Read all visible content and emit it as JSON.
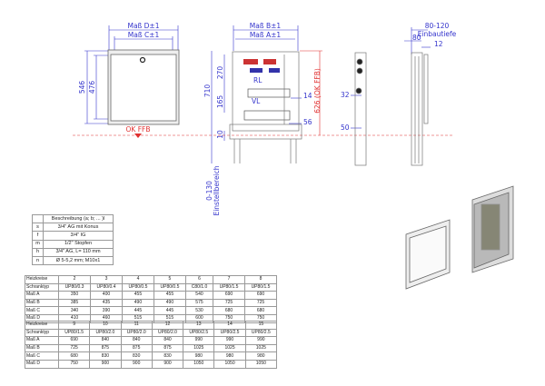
{
  "front_view": {
    "dim_d": "Maß D±1",
    "dim_c": "Maß C±1",
    "h_outer": "546",
    "h_inner": "476",
    "ok_ffb": "OK FFB"
  },
  "open_view": {
    "dim_b": "Maß B±1",
    "dim_a": "Maß A±1",
    "h_total": "710",
    "h_270": "270",
    "h_165": "165",
    "h_10": "10",
    "w_14": "14",
    "w_56": "56",
    "h_626": "626 (OK FFB)",
    "adjust": "0-130",
    "adjust_label": "Einstellbereich",
    "rl": "RL",
    "vl": "VL"
  },
  "side_view": {
    "d_32": "32",
    "d_50": "50"
  },
  "depth_view": {
    "depth": "80-120",
    "depth_label": "Einbautiefe",
    "d_80": "80",
    "d_12": "12"
  },
  "legend": {
    "header": "Beschreibung (a; b; ... )l",
    "rows": [
      [
        "s",
        "3/4\" AG mit Konus"
      ],
      [
        "f",
        "3/4\" IG"
      ],
      [
        "m",
        "1/2\" Stopfen"
      ],
      [
        "h",
        "3/4\" AG, L= 110 mm"
      ],
      [
        "n",
        "Ø 5-5,2 mm; M10x1"
      ]
    ]
  },
  "table1": {
    "rows": [
      [
        "Heizkreise",
        "2",
        "3",
        "4",
        "5",
        "6",
        "7",
        "8"
      ],
      [
        "Schranktyp",
        "UP80/0.3",
        "UP80/0.4",
        "UP80/0.5",
        "UP80/0.5",
        "C80/1.0",
        "UP80/1.5",
        "UP80/1.5"
      ],
      [
        "Maß A",
        "350",
        "400",
        "455",
        "455",
        "540",
        "690",
        "690"
      ],
      [
        "Maß B",
        "385",
        "435",
        "490",
        "490",
        "575",
        "725",
        "725"
      ],
      [
        "Maß C",
        "340",
        "390",
        "445",
        "445",
        "530",
        "680",
        "680"
      ],
      [
        "Maß D",
        "410",
        "460",
        "515",
        "515",
        "600",
        "750",
        "750"
      ]
    ]
  },
  "table2": {
    "rows": [
      [
        "Heizkreise",
        "9",
        "10",
        "11",
        "12",
        "13",
        "14",
        "15"
      ],
      [
        "Schranktyp",
        "UP80/1.5",
        "UP80/2.0",
        "UP80/2.0",
        "UP80/2.0",
        "UP80/2.5",
        "UP80/2.5",
        "UP80/2.5"
      ],
      [
        "Maß A",
        "690",
        "840",
        "840",
        "840",
        "990",
        "990",
        "990"
      ],
      [
        "Maß B",
        "725",
        "875",
        "875",
        "875",
        "1025",
        "1025",
        "1025"
      ],
      [
        "Maß C",
        "680",
        "830",
        "830",
        "830",
        "980",
        "980",
        "980"
      ],
      [
        "Maß D",
        "750",
        "900",
        "900",
        "900",
        "1050",
        "1050",
        "1050"
      ]
    ]
  }
}
